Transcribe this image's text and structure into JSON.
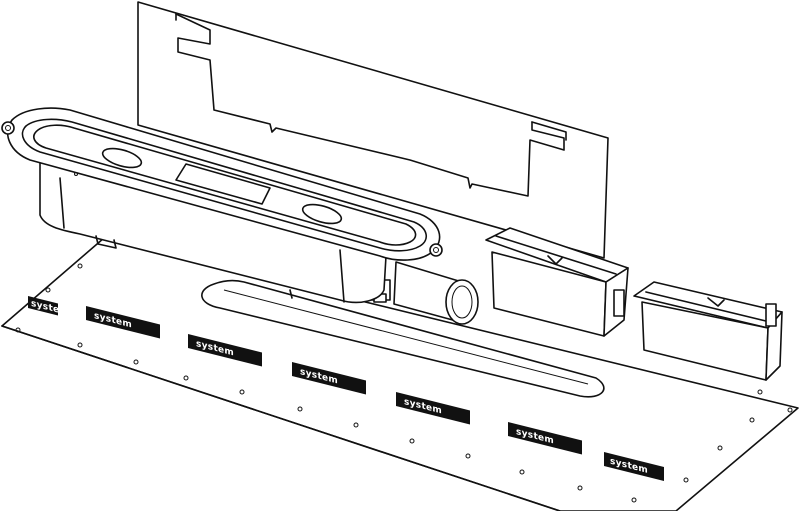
{
  "figure": {
    "subject": "exploded drainage channel installation kit",
    "stroke_color": "#111111",
    "background_color": "#ffffff",
    "label_fill_color": "#111111",
    "label_text_color": "#ffffff"
  },
  "labels": [
    {
      "text": "system"
    },
    {
      "text": "system"
    },
    {
      "text": "system"
    },
    {
      "text": "system"
    },
    {
      "text": "system"
    },
    {
      "text": "system"
    },
    {
      "text": "system"
    }
  ]
}
